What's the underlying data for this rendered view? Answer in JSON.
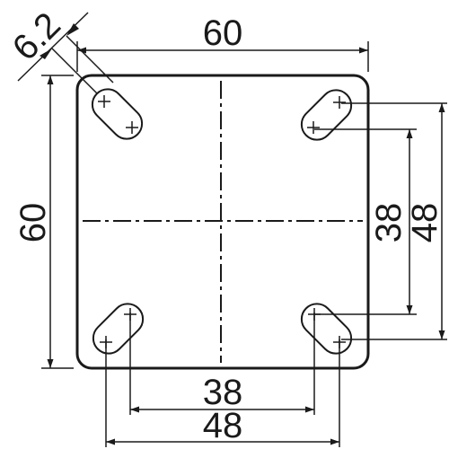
{
  "dimensions": {
    "plate_width": "60",
    "plate_height": "60",
    "slot_width": "6.2",
    "outer_pitch_horizontal": "48",
    "inner_pitch_horizontal": "38",
    "outer_pitch_vertical": "48",
    "inner_pitch_vertical": "38"
  }
}
